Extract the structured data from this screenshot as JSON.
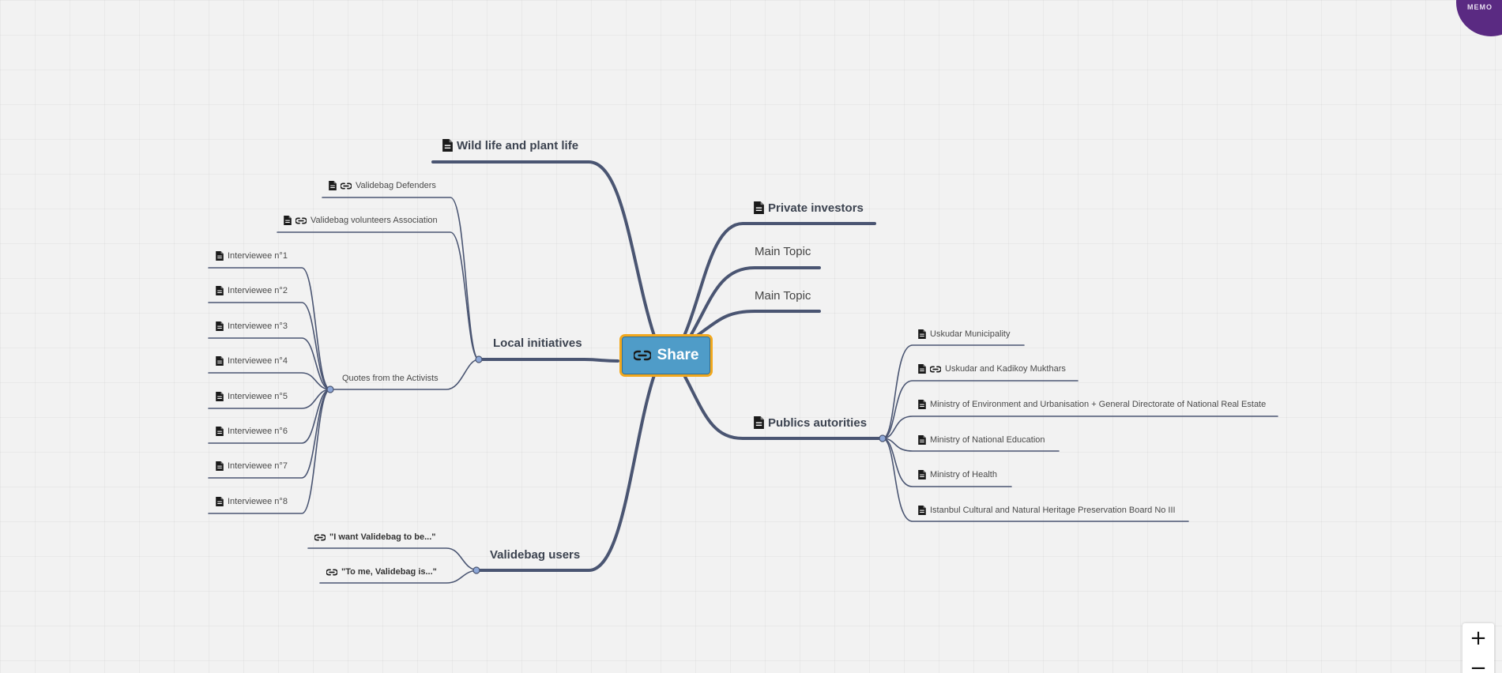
{
  "central": {
    "label": "Share",
    "icon": "link-icon"
  },
  "colors": {
    "connector": "#4a5572",
    "central_fill": "#4f9cc8",
    "central_border": "#f2a81d",
    "logo": "#5a2a82"
  },
  "topics": {
    "wildlife": {
      "label": "Wild life and plant life",
      "icons": [
        "note-icon"
      ]
    },
    "local_initiatives": {
      "label": "Local initiatives",
      "icons": []
    },
    "validebag_defenders": {
      "label": "Validebag Defenders",
      "icons": [
        "note-icon",
        "link-icon"
      ]
    },
    "validebag_volunteers": {
      "label": "Validebag volunteers Association",
      "icons": [
        "note-icon",
        "link-icon"
      ]
    },
    "quotes_activists": {
      "label": "Quotes from the Activists",
      "icons": []
    },
    "interviewees": [
      {
        "label": "Interviewee n°1",
        "icons": [
          "note-icon"
        ]
      },
      {
        "label": "Interviewee n°2",
        "icons": [
          "note-icon"
        ]
      },
      {
        "label": "Interviewee n°3",
        "icons": [
          "note-icon"
        ]
      },
      {
        "label": "Interviewee n°4",
        "icons": [
          "note-icon"
        ]
      },
      {
        "label": "Interviewee n°5",
        "icons": [
          "note-icon"
        ]
      },
      {
        "label": "Interviewee n°6",
        "icons": [
          "note-icon"
        ]
      },
      {
        "label": "Interviewee n°7",
        "icons": [
          "note-icon"
        ]
      },
      {
        "label": "Interviewee n°8",
        "icons": [
          "note-icon"
        ]
      }
    ],
    "validebag_users": {
      "label": "Validebag users",
      "icons": []
    },
    "quote_want": {
      "label": "\"I want Validebag to be...\"",
      "icons": [
        "link-icon"
      ]
    },
    "quote_to_me": {
      "label": "\"To me, Validebag is...\"",
      "icons": [
        "link-icon"
      ]
    },
    "private_investors": {
      "label": "Private investors",
      "icons": [
        "note-icon"
      ]
    },
    "main_topic_1": {
      "label": "Main Topic",
      "icons": []
    },
    "main_topic_2": {
      "label": "Main Topic",
      "icons": []
    },
    "publics_autorities": {
      "label": "Publics autorities",
      "icons": [
        "note-icon"
      ]
    },
    "authorities": [
      {
        "label": "Uskudar Municipality",
        "icons": [
          "note-icon"
        ]
      },
      {
        "label": "Uskudar and Kadikoy Mukthars",
        "icons": [
          "note-icon",
          "link-icon"
        ]
      },
      {
        "label": "Ministry of Environment and Urbanisation + General Directorate of National Real Estate",
        "icons": [
          "note-icon"
        ]
      },
      {
        "label": "Ministry of National Education",
        "icons": [
          "note-icon"
        ]
      },
      {
        "label": "Ministry of Health",
        "icons": [
          "note-icon"
        ]
      },
      {
        "label": "Istanbul Cultural and Natural Heritage Preservation Board No III",
        "icons": [
          "note-icon"
        ]
      }
    ]
  },
  "logo": {
    "text": "MEMO"
  },
  "zoom": {
    "in_label": "+",
    "out_label": "−"
  }
}
